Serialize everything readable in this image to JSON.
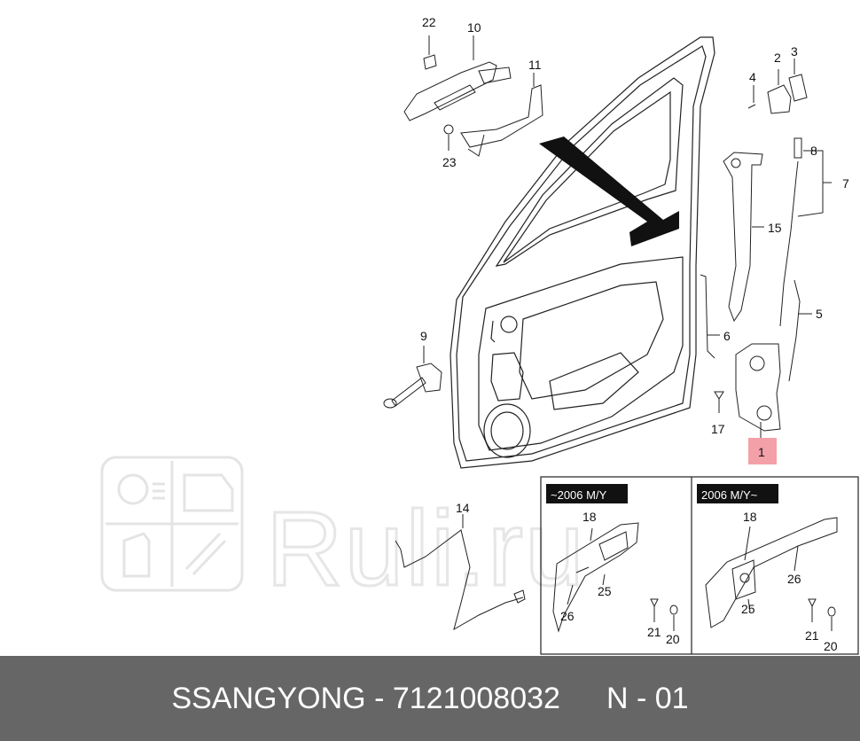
{
  "footer": {
    "brand": "SSANGYONG",
    "separator": " - ",
    "part_number": "7121008032",
    "page_ref": "N - 01"
  },
  "watermark": {
    "text": "Ruli.ru"
  },
  "insets": {
    "left_title": "~2006 M/Y",
    "right_title": "2006 M/Y~"
  },
  "callouts": {
    "c22": "22",
    "c10": "10",
    "c11": "11",
    "c23": "23",
    "c2": "2",
    "c3": "3",
    "c4": "4",
    "c8": "8",
    "c7": "7",
    "c15": "15",
    "c5": "5",
    "c6": "6",
    "c9": "9",
    "c17": "17",
    "c1": "1",
    "c14": "14",
    "l18": "18",
    "l25": "25",
    "l26": "26",
    "l21": "21",
    "l20": "20",
    "r18": "18",
    "r26": "26",
    "r25": "25",
    "r21": "21",
    "r20": "20"
  },
  "highlight": {
    "part": "1",
    "color": "#f4a0a8"
  }
}
